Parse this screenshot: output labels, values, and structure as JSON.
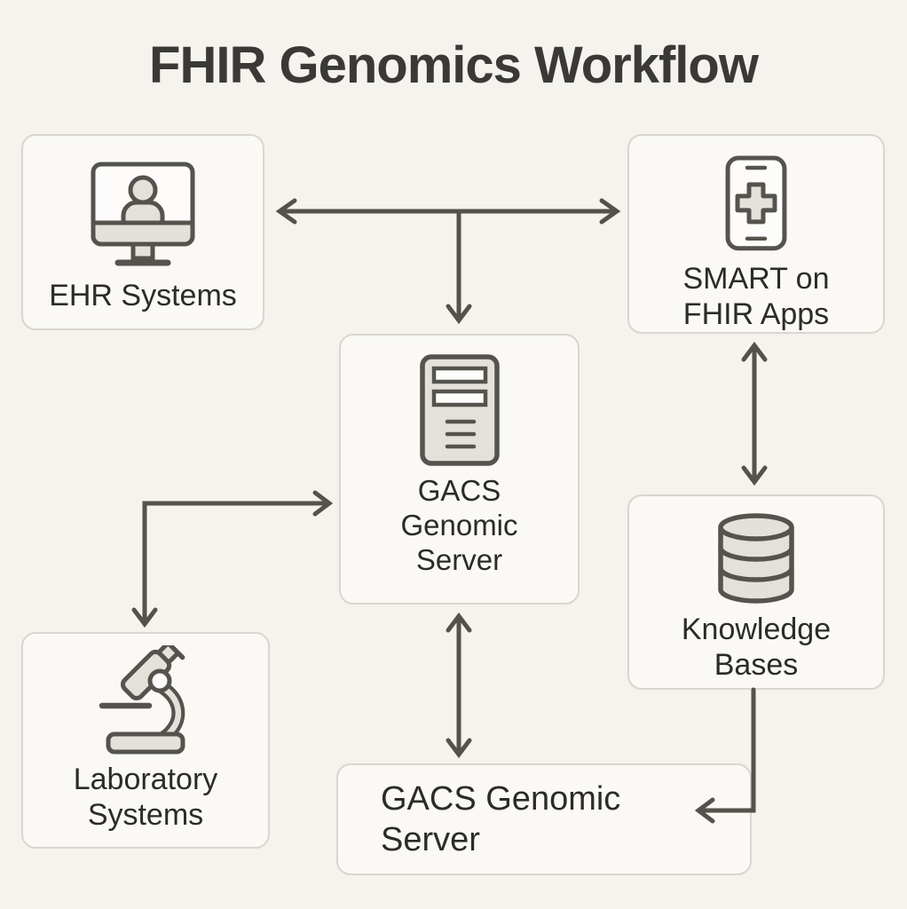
{
  "title": "FHIR Genomics Workflow",
  "nodes": {
    "ehr_systems": {
      "label": "EHR Systems",
      "icon": "monitor-user-icon"
    },
    "smart_apps": {
      "label": "SMART on FHIR Apps",
      "icon": "smartphone-medical-cross-icon"
    },
    "gacs_server_center": {
      "label": "GACS Genomic Server",
      "icon": "server-tower-icon"
    },
    "knowledge_bases": {
      "label": "Knowledge Bases",
      "icon": "database-cylinder-icon"
    },
    "laboratory_systems": {
      "label": "Laboratory Systems",
      "icon": "microscope-icon"
    },
    "gacs_server_bottom": {
      "label": "GACS Genomic Server"
    }
  },
  "edges": [
    {
      "from": "EHR Systems",
      "to": "SMART on FHIR Apps",
      "style": "horizontal",
      "direction": "bidirectional"
    },
    {
      "from": "EHR Systems / SMART on FHIR link",
      "to": "GACS Genomic Server",
      "style": "vertical-branch",
      "direction": "down"
    },
    {
      "from": "Laboratory Systems",
      "to": "GACS Genomic Server",
      "style": "elbow",
      "direction": "bidirectional"
    },
    {
      "from": "SMART on FHIR Apps",
      "to": "Knowledge Bases",
      "style": "vertical",
      "direction": "bidirectional"
    },
    {
      "from": "GACS Genomic Server",
      "to": "GACS Genomic Server (bottom)",
      "style": "vertical",
      "direction": "bidirectional"
    },
    {
      "from": "Knowledge Bases",
      "to": "GACS Genomic Server (bottom)",
      "style": "elbow-down-left",
      "direction": "into-bottom-server"
    }
  ],
  "colors": {
    "background": "#f5f3ee",
    "box_fill": "#faf9f5",
    "box_border": "#d9d6ce",
    "arrow": "#55524c",
    "text": "#2c2b29",
    "title": "#3a3936",
    "icon_stroke": "#55534d",
    "icon_fill": "#e3e1d9",
    "icon_paper": "#fdfcfa"
  }
}
